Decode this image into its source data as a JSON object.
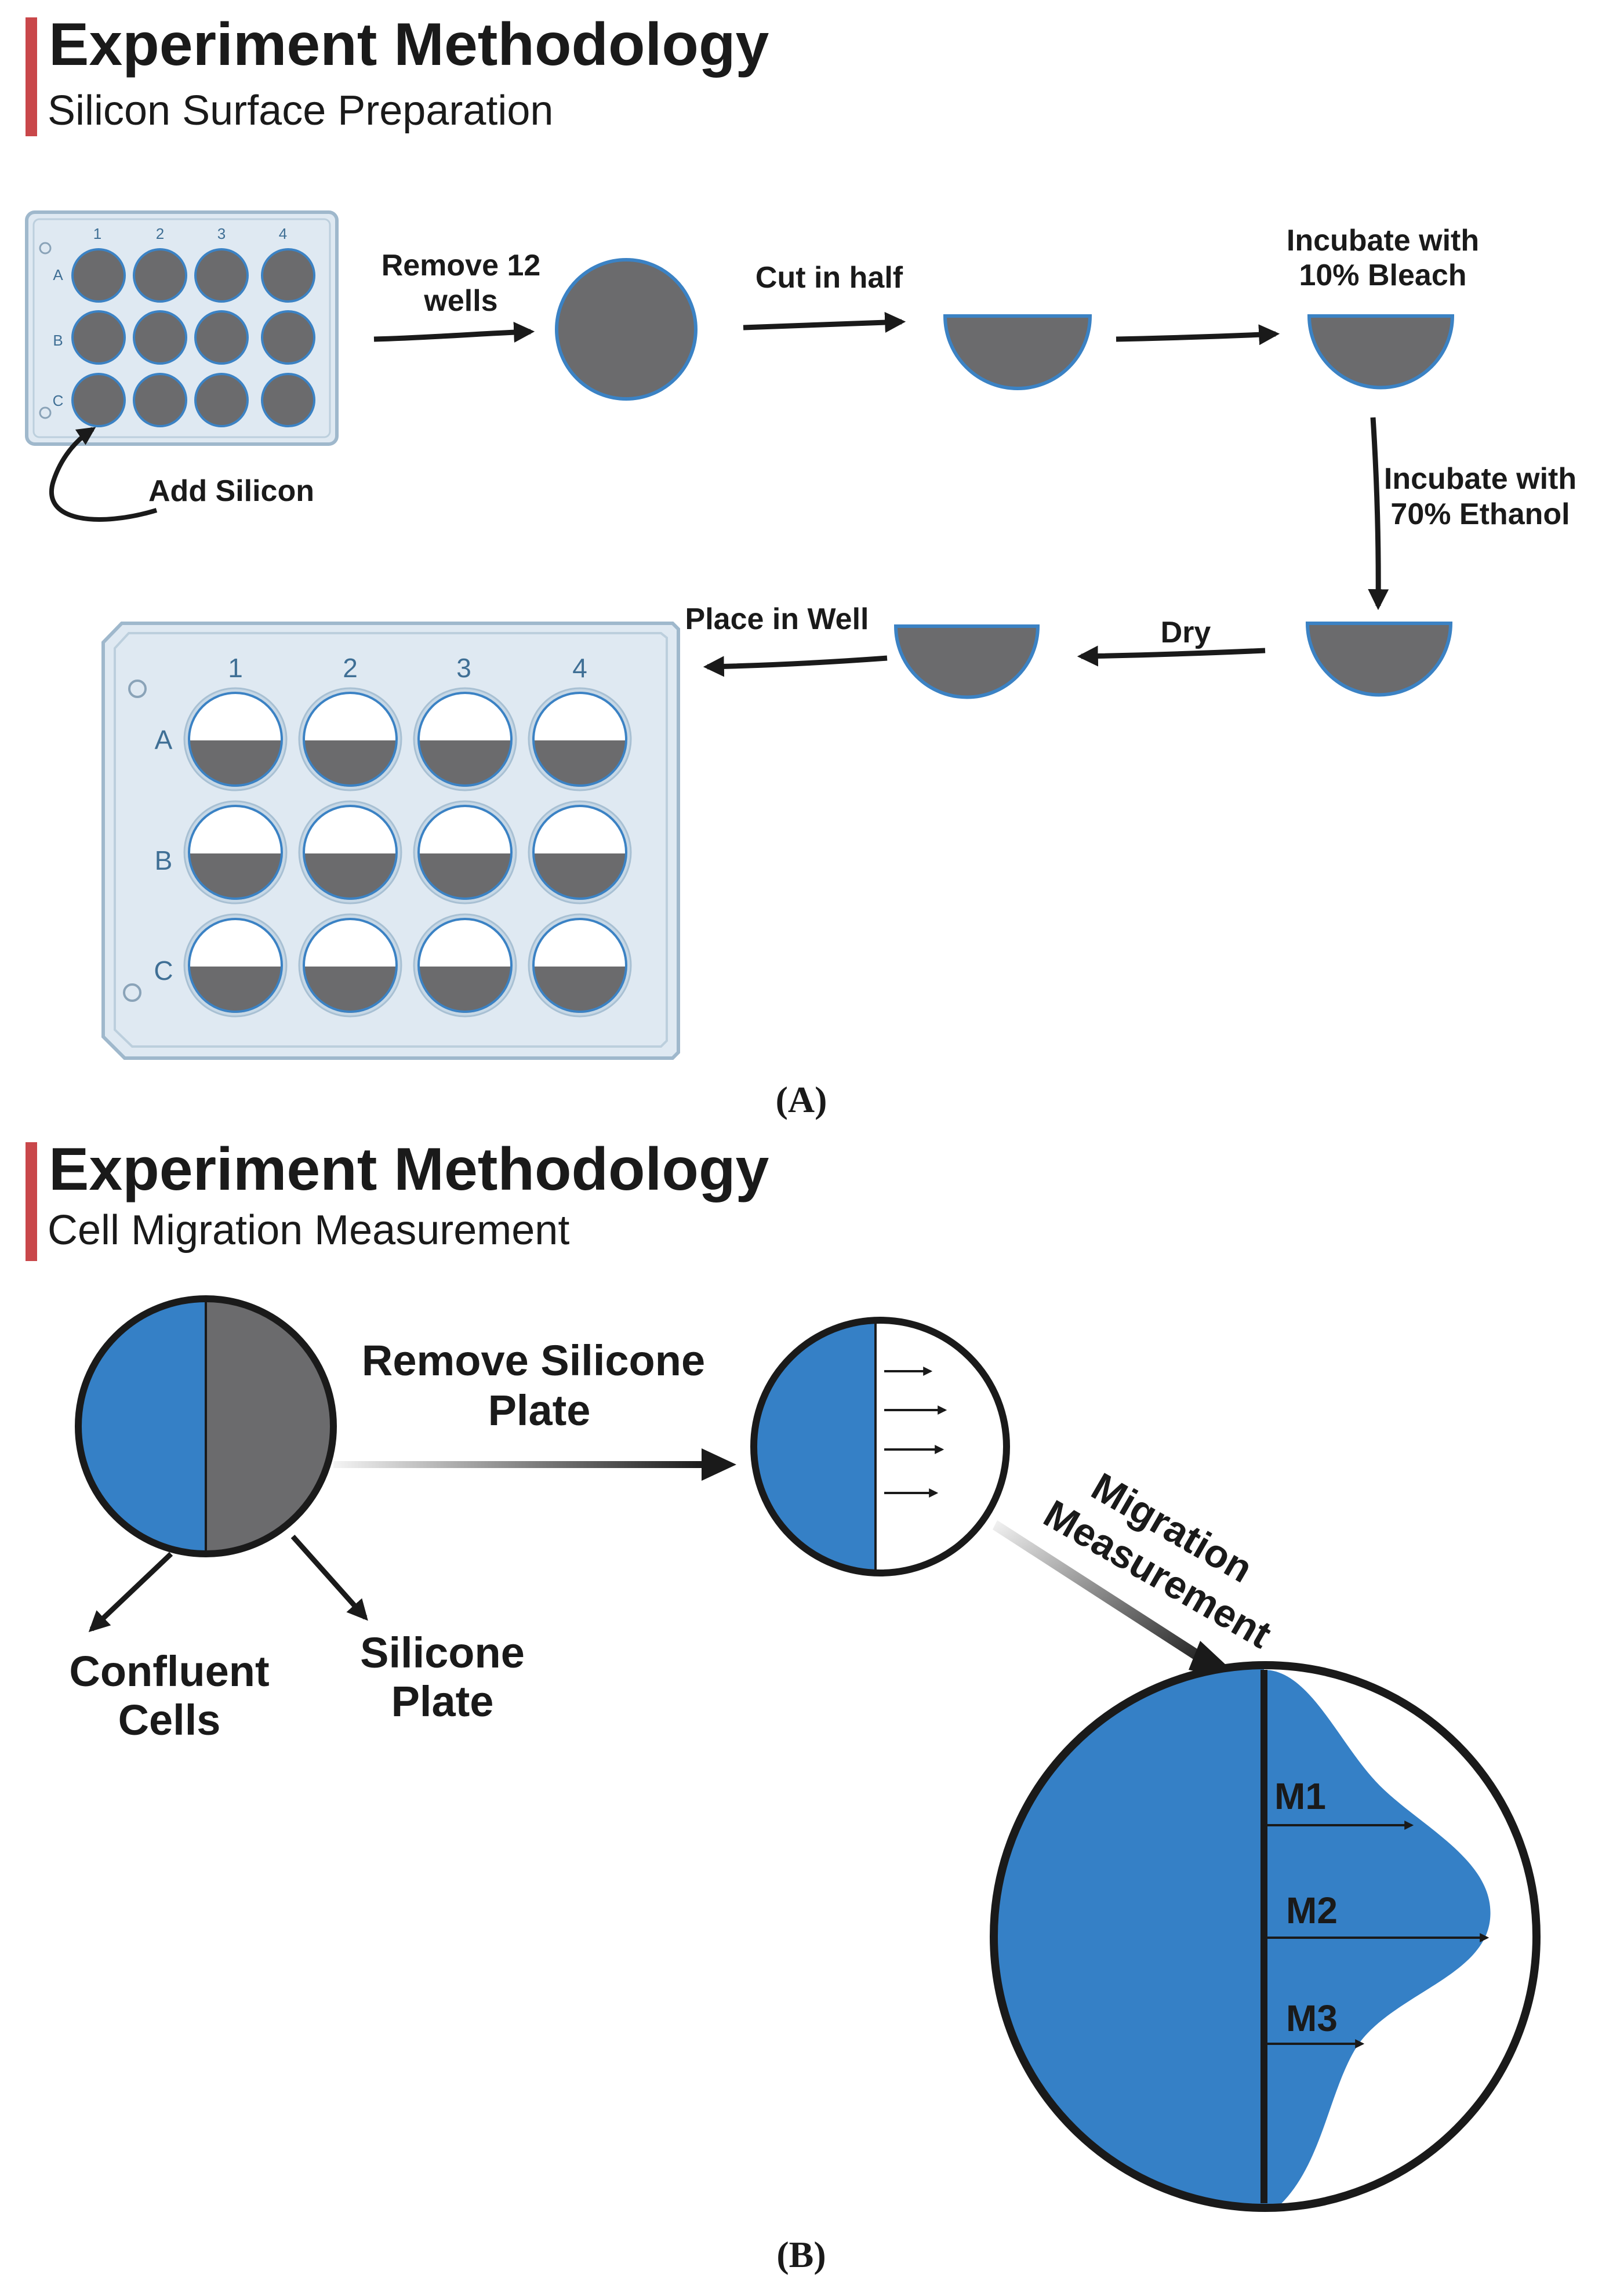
{
  "colors": {
    "accent_bar": "#c9474a",
    "silicon_gray": "#6b6b6d",
    "well_outline": "#3b82c4",
    "cell_blue": "#3580c6",
    "plate_fill": "#dfe9f2",
    "plate_edge": "#9fb8cc",
    "arrow": "#1a1a1a"
  },
  "panel_a": {
    "title": "Experiment Methodology",
    "subtitle": "Silicon Surface Preparation",
    "small_plate": {
      "cols": [
        "1",
        "2",
        "3",
        "4"
      ],
      "rows": [
        "A",
        "B",
        "C"
      ]
    },
    "large_plate": {
      "cols": [
        "1",
        "2",
        "3",
        "4"
      ],
      "rows": [
        "A",
        "B",
        "C"
      ]
    },
    "steps": {
      "add_silicon": "Add Silicon",
      "remove_line1": "Remove 12",
      "remove_line2": "wells",
      "cut": "Cut in half",
      "bleach_line1": "Incubate with",
      "bleach_line2": "10% Bleach",
      "ethanol_line1": "Incubate with",
      "ethanol_line2": "70% Ethanol",
      "dry": "Dry",
      "place": "Place in Well"
    },
    "caption": "(A)"
  },
  "panel_b": {
    "title": "Experiment Methodology",
    "subtitle": "Cell Migration Measurement",
    "remove_line1": "Remove Silicone",
    "remove_line2": "Plate",
    "confluent_line1": "Confluent",
    "confluent_line2": "Cells",
    "silicone_line1": "Silicone",
    "silicone_line2": "Plate",
    "migration_line1": "Migration",
    "migration_line2": "Measurement",
    "m1": "M1",
    "m2": "M2",
    "m3": "M3",
    "caption": "(B)"
  }
}
